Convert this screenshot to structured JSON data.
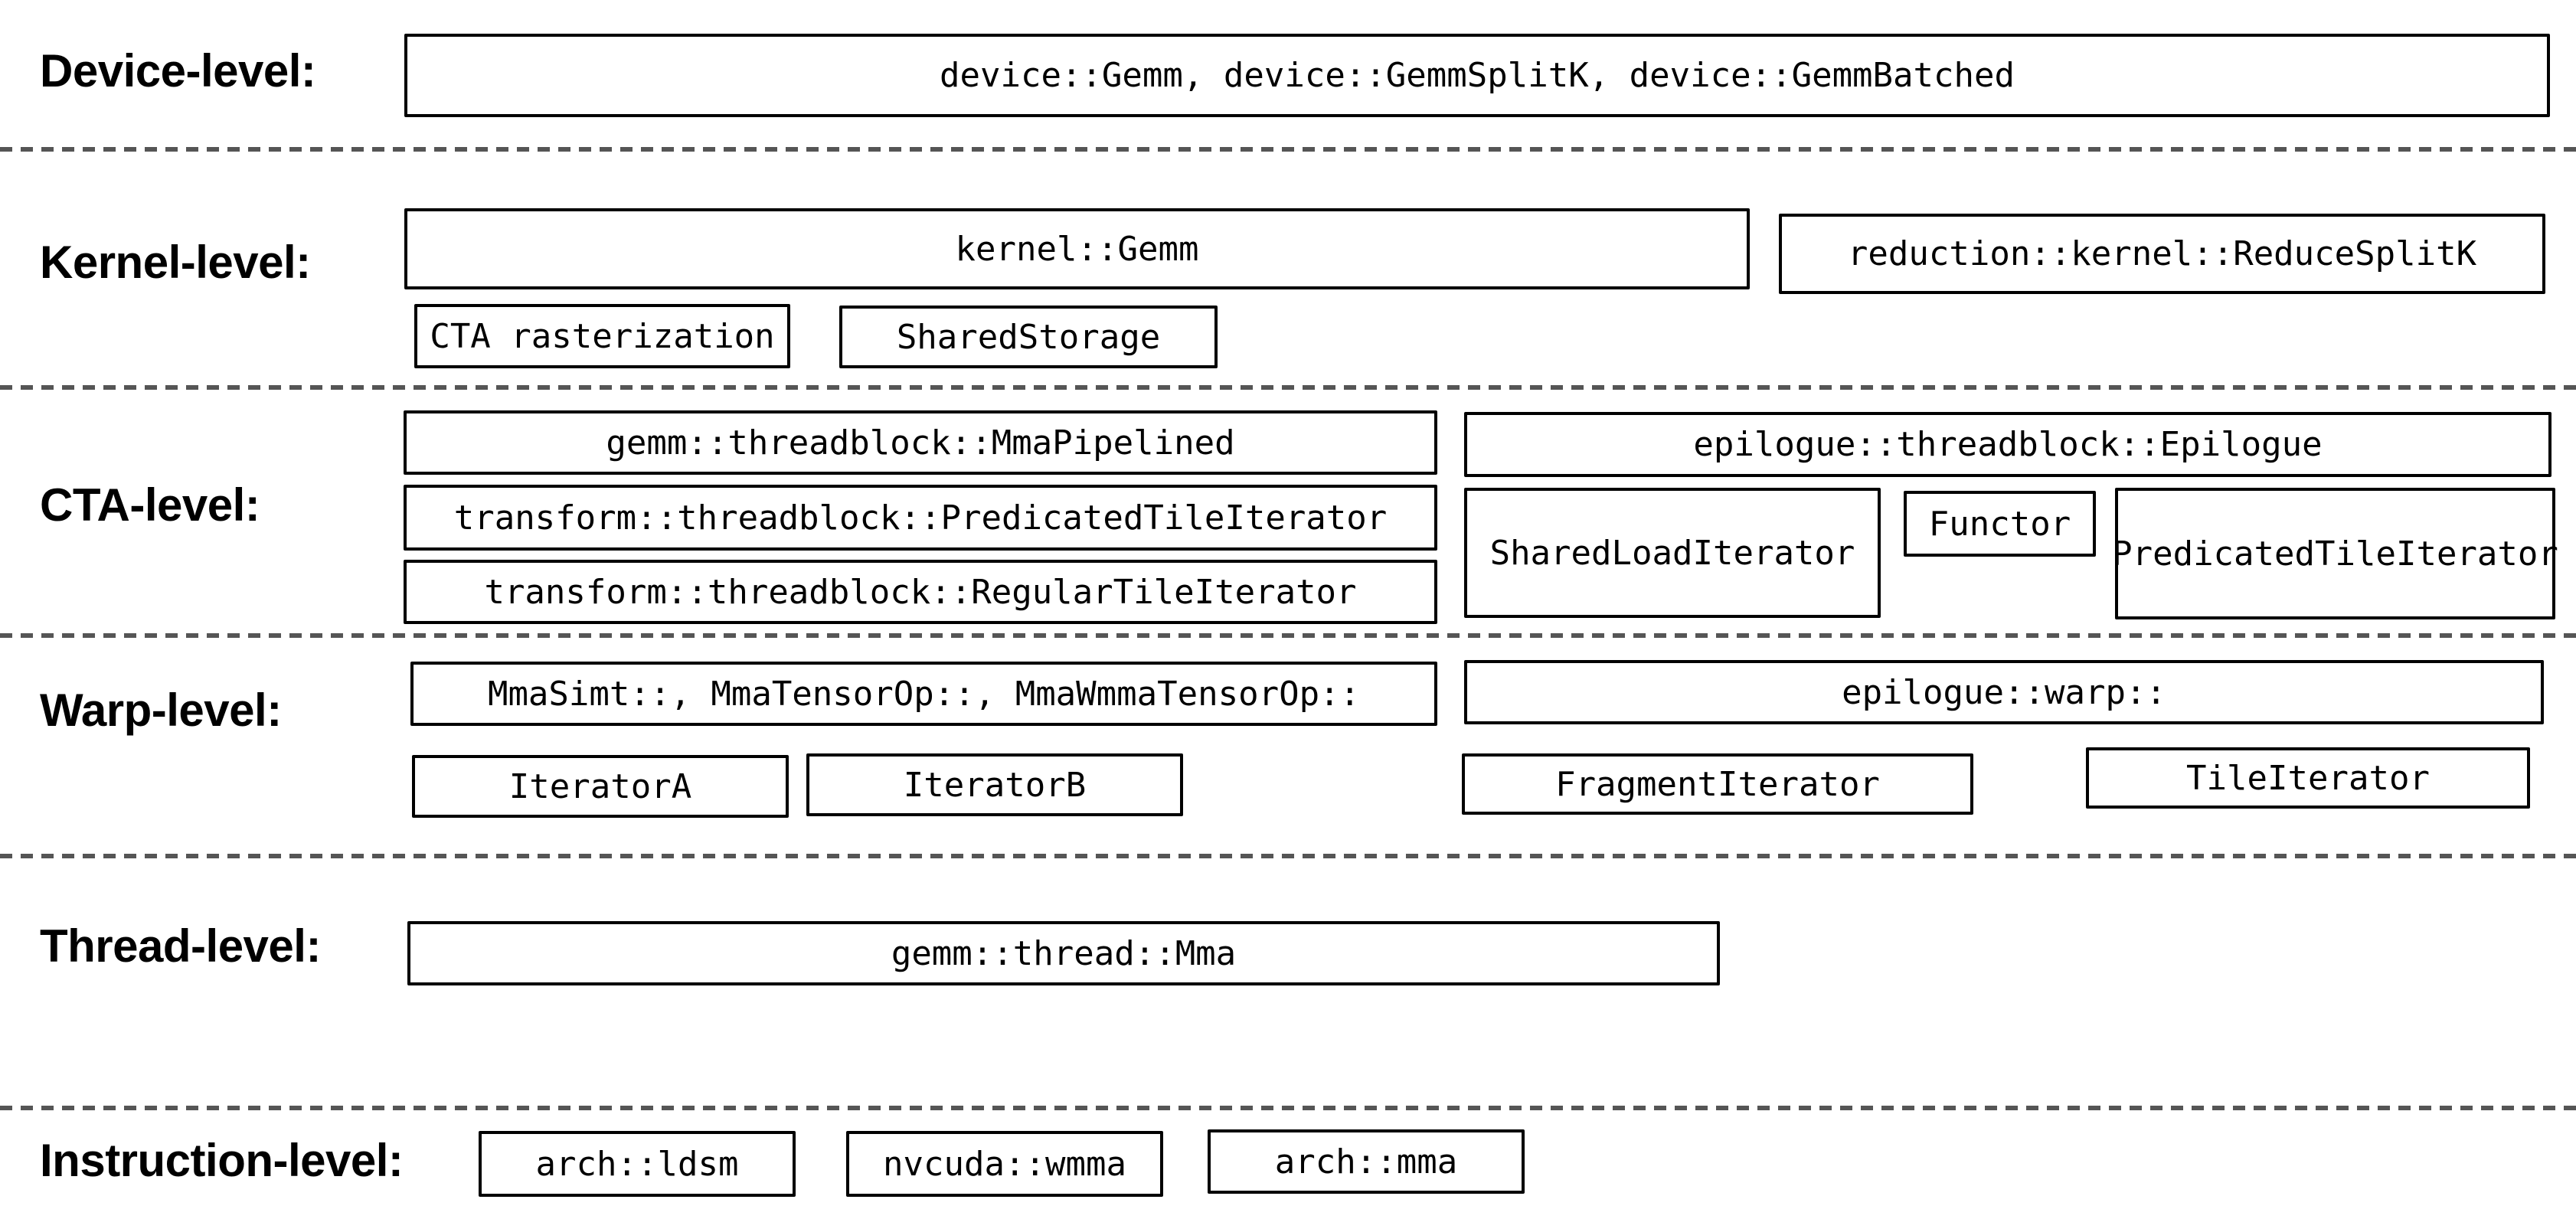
{
  "colors": {
    "bg": "#ffffff",
    "ink": "#000000",
    "divider": "#555555"
  },
  "levels": {
    "device": {
      "label": "Device-level:"
    },
    "kernel": {
      "label": "Kernel-level:"
    },
    "cta": {
      "label": "CTA-level:"
    },
    "warp": {
      "label": "Warp-level:"
    },
    "thread": {
      "label": "Thread-level:"
    },
    "instruction": {
      "label": "Instruction-level:"
    }
  },
  "boxes": {
    "device_gemm": "device::Gemm, device::GemmSplitK, device::GemmBatched",
    "kernel_gemm": "kernel::Gemm",
    "reduce_splitk": "reduction::kernel::ReduceSplitK",
    "cta_rasterization": "CTA rasterization",
    "shared_storage": "SharedStorage",
    "mma_pipelined": "gemm::threadblock::MmaPipelined",
    "predicated_tile_iterator_transform": "transform::threadblock::PredicatedTileIterator",
    "regular_tile_iterator": "transform::threadblock::RegularTileIterator",
    "epilogue_threadblock": "epilogue::threadblock::Epilogue",
    "shared_load_iterator": "SharedLoadIterator",
    "functor": "Functor",
    "predicated_tile_iterator_epilogue": "PredicatedTileIterator",
    "warp_mma": "MmaSimt::, MmaTensorOp::, MmaWmmaTensorOp::",
    "epilogue_warp": "epilogue::warp::",
    "iterator_a": "IteratorA",
    "iterator_b": "IteratorB",
    "fragment_iterator": "FragmentIterator",
    "tile_iterator": "TileIterator",
    "thread_mma": "gemm::thread::Mma",
    "arch_ldsm": "arch::ldsm",
    "nvcuda_wmma": "nvcuda::wmma",
    "arch_mma": "arch::mma"
  }
}
